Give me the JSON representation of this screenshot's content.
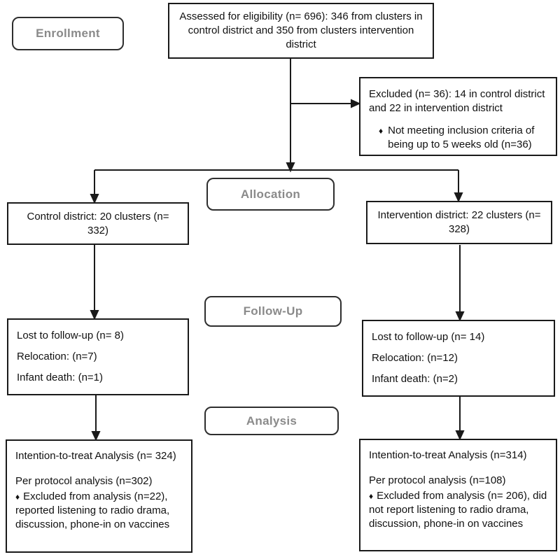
{
  "colors": {
    "background": "#ffffff",
    "box_border": "#1a1a1a",
    "stage_label_border": "#2e2e2e",
    "stage_label_text": "#8a8a8a",
    "connector": "#1a1a1a",
    "text": "#111111"
  },
  "bullet_char": "♦",
  "stage_labels": {
    "enrollment": "Enrollment",
    "allocation": "Allocation",
    "followup": "Follow-Up",
    "analysis": "Analysis"
  },
  "boxes": {
    "assessed": {
      "text": "Assessed for eligibility (n= 696): 346 from clusters in control district and 350 from clusters intervention district"
    },
    "excluded": {
      "line1": "Excluded (n= 36): 14 in control district and 22 in intervention district",
      "bullet": "Not meeting inclusion criteria of being up to 5 weeks old (n=36)"
    },
    "control": {
      "text": "Control district: 20 clusters (n= 332)"
    },
    "intervention": {
      "text": "Intervention district: 22 clusters (n= 328)"
    },
    "followup_left": {
      "lines": [
        "Lost to follow-up (n= 8)",
        "Relocation: (n=7)",
        "Infant death: (n=1)"
      ]
    },
    "followup_right": {
      "lines": [
        "Lost to follow-up (n= 14)",
        "Relocation: (n=12)",
        "Infant death: (n=2)"
      ]
    },
    "analysis_left": {
      "itt": "Intention-to-treat Analysis (n= 324)",
      "per_protocol": "Per protocol analysis (n=302)",
      "bullet": "Excluded from analysis (n=22), reported listening to radio drama, discussion, phone-in on vaccines"
    },
    "analysis_right": {
      "itt": "Intention-to-treat Analysis (n=314)",
      "per_protocol": "Per protocol analysis (n=108)",
      "bullet": "Excluded from analysis (n= 206), did not report listening to radio drama, discussion, phone-in on vaccines"
    }
  }
}
